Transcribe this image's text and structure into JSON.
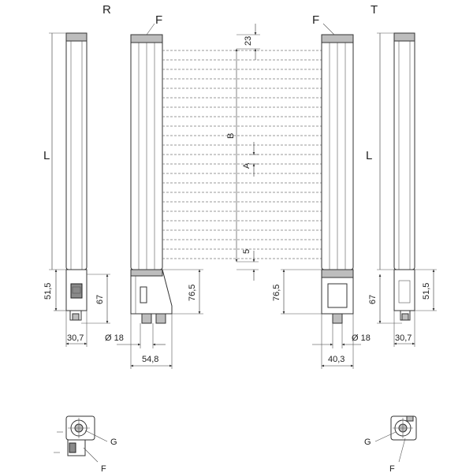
{
  "labels": {
    "receiver": "R",
    "transmitter": "T",
    "f_top_left": "F",
    "f_top_right": "F",
    "g_left": "G",
    "f_bottom_left": "F",
    "g_right": "G",
    "f_bottom_right": "F",
    "len_left": "L",
    "len_right": "L",
    "beam_span": "B",
    "beam_pitch": "A"
  },
  "dimensions": {
    "top_offset": "23",
    "bottom_offset": "5",
    "height_conn_left": "51,5",
    "height_total_left": "67",
    "bracket_left": "76,5",
    "bracket_right": "76,5",
    "width_left": "30,7",
    "width_right": "30,7",
    "diam_left": "Ø 18",
    "diam_right": "Ø 18",
    "bracket_width_left": "54,8",
    "bracket_width_right": "40,3",
    "height_total_right": "67",
    "height_conn_right": "51,5"
  }
}
